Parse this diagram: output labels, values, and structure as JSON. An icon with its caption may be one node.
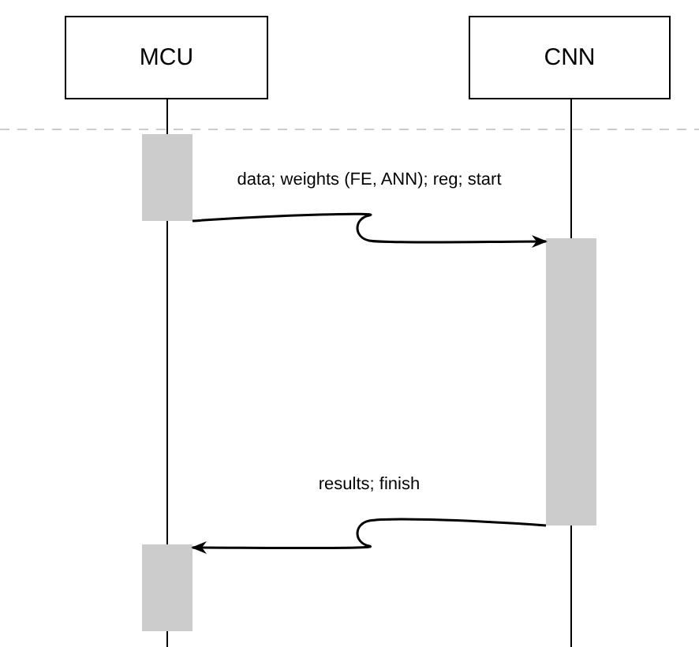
{
  "diagram": {
    "nodes": [
      {
        "text": [
          "MCU"
        ]
      },
      {
        "text": [
          "CNN"
        ]
      },
      {
        "text": [],
        "shape": "bar"
      },
      {
        "text": [],
        "shape": "bar"
      },
      {
        "text": [],
        "shape": "bar"
      }
    ],
    "edges": [
      {
        "from": 2,
        "to": 3,
        "arrow": "to",
        "label": "data; weights (FE, ANN); reg; start"
      },
      {
        "from": 3,
        "to": 4,
        "arrow": "to",
        "label": "results; finish"
      }
    ]
  }
}
